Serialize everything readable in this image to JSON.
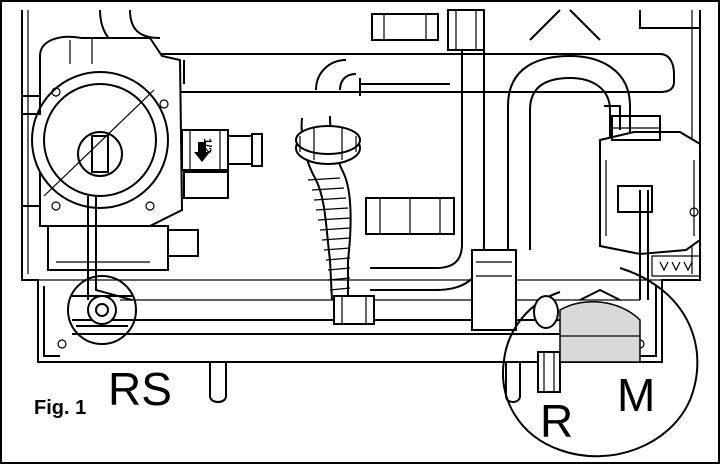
{
  "figure": {
    "caption": "Fig. 1",
    "labels": {
      "rs": "RS",
      "r": "R",
      "m": "M"
    },
    "valve_marking": "1/2"
  },
  "icons": {
    "flow_arrow": "arrow-down-icon"
  },
  "colors": {
    "line": "#000000",
    "background": "#ffffff",
    "shade": "#d9d9d9"
  }
}
